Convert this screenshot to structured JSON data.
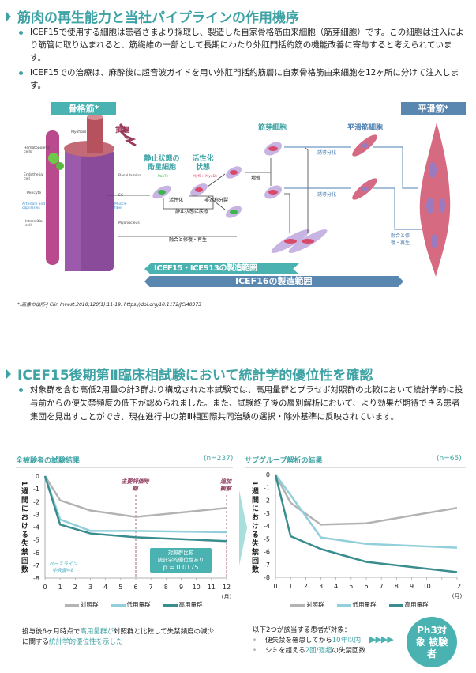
{
  "section1": {
    "title": "筋肉の再生能力と当社パイプラインの作用機序",
    "bullets": [
      "ICEF15で使用する細胞は患者さまより採取し、製造した自家骨格筋由来細胞（筋芽細胞）です。この細胞は注入により筋管に取り込まれると、筋繊維の一部として長期にわたり外肛門括約筋の機能改善に寄与すると考えられています。",
      "ICEF15での治療は、麻酔後に超音波ガイドを用い外肛門括約筋層に自家骨格筋由来細胞を12ヶ所に分けて注入します。"
    ]
  },
  "diagram": {
    "skeletal": "骨格筋*",
    "smooth": "平滑筋*",
    "injury": "損傷",
    "quiescent": "静止状態の衛星細胞",
    "activated": "活性化状態",
    "myoblast": "筋芽細胞",
    "smc": "平滑筋細胞",
    "pax7": "Pax7+",
    "myf5": "Myf5+ MyoD+",
    "activation": "活性化",
    "asym": "非対称分裂",
    "return": "静止状態に戻る",
    "prolif": "増殖",
    "induce1": "誘導分化",
    "induce2": "誘導分化",
    "fusion1": "融合と修復・再生",
    "fusion2": "融合と修復・再生",
    "anat": {
      "myofibril": "Myofibril",
      "hema": "Hematopoietic cells",
      "endo": "Endothelial cell",
      "peri": "Pericyte",
      "art": "Arteriole and capillaries",
      "inter": "Interstitial cell",
      "basal": "Basal lamina",
      "sc": "SC",
      "fiber": "Muscle fiber",
      "myon": "Myonucleus"
    },
    "band1": "ICEF15・ICES13の製造範囲",
    "band2": "ICEF16の製造範囲",
    "colors": {
      "teal": "#4ab3b1",
      "blue": "#5a87b0"
    }
  },
  "footnote": {
    "text": "*:画像の出所-J Clin Invest.2010;120(1):11-19. ",
    "link": "https://doi.org/10.1172/JCI40373"
  },
  "section2": {
    "title": "ICEF15後期第Ⅱ臨床相試験において統計学的優位性を確認",
    "bullet": "対象群を含む高低2用量の計3群より構成された本試験では、高用量群とプラセボ対照群の比較において統計学的に投与前からの便失禁頻度の低下が認められました。また、試験終了後の層別解析において、より効果が期待できる患者集団を見出すことができ、現在進行中の第Ⅲ相国際共同治験の選択・除外基準に反映されています。"
  },
  "chart_data": [
    {
      "type": "line",
      "title": "全被験者の試験結果",
      "n": "(n=237)",
      "ylabel": "1週間における失禁回数",
      "xunit": "(月)",
      "ylim": [
        -8,
        0
      ],
      "xlim": [
        0,
        12
      ],
      "xticks": [
        0,
        1,
        2,
        3,
        4,
        5,
        6,
        7,
        8,
        9,
        10,
        11,
        12
      ],
      "yticks": [
        0,
        -1,
        -2,
        -3,
        -4,
        -5,
        -6,
        -7,
        -8
      ],
      "x": [
        0,
        1,
        3,
        6,
        12
      ],
      "series": [
        {
          "name": "対照群",
          "color": "#b3b3b3",
          "values": [
            0,
            -1.9,
            -2.7,
            -3.2,
            -2.5
          ]
        },
        {
          "name": "低用量群",
          "color": "#93cfdb",
          "values": [
            0,
            -3.4,
            -4.3,
            -4.3,
            -4.4
          ]
        },
        {
          "name": "高用量群",
          "color": "#3a8d8f",
          "values": [
            0,
            -3.8,
            -4.5,
            -4.8,
            -5.1
          ]
        }
      ],
      "annotations": {
        "primary": "主要評価時期",
        "extra": "追加観察",
        "baseline": "ベースライン中央値=8",
        "box": [
          "対照群比較",
          "統計学的優位性あり",
          "p = 0.0175"
        ]
      },
      "vlines": [
        6,
        12
      ]
    },
    {
      "type": "line",
      "title": "サブグループ解析の結果",
      "n": "(n=65)",
      "ylabel": "1週間における失禁回数",
      "xunit": "(月)",
      "ylim": [
        -8,
        0
      ],
      "xlim": [
        0,
        12
      ],
      "xticks": [
        0,
        1,
        2,
        3,
        4,
        5,
        6,
        7,
        8,
        9,
        10,
        11,
        12
      ],
      "yticks": [
        0,
        -1,
        -2,
        -3,
        -4,
        -5,
        -6,
        -7,
        -8
      ],
      "x": [
        0,
        1,
        3,
        6,
        12
      ],
      "series": [
        {
          "name": "対照群",
          "color": "#b3b3b3",
          "values": [
            0,
            -2.2,
            -3.9,
            -3.8,
            -2.6
          ]
        },
        {
          "name": "低用量群",
          "color": "#93cfdb",
          "values": [
            0,
            -1.6,
            -4.9,
            -5.4,
            -5.7
          ]
        },
        {
          "name": "高用量群",
          "color": "#3a8d8f",
          "values": [
            0,
            -4.8,
            -5.8,
            -6.8,
            -7.6
          ]
        }
      ]
    }
  ],
  "notes": {
    "left": [
      "投与後6ヶ月時点で",
      "高用量群が",
      "対照群と比較して失禁頻度の減少に関する",
      "統計学的優位性を示した"
    ],
    "right_head": "以下2つが該当する患者が対象：",
    "right_items": [
      [
        "便失禁を罹患してから",
        "10年以内",
        ""
      ],
      [
        "シミを超える",
        "2回/週超",
        "の失禁回数"
      ]
    ],
    "arrows": "▶▶▶▶",
    "circle": "Ph3対象 被験者"
  }
}
